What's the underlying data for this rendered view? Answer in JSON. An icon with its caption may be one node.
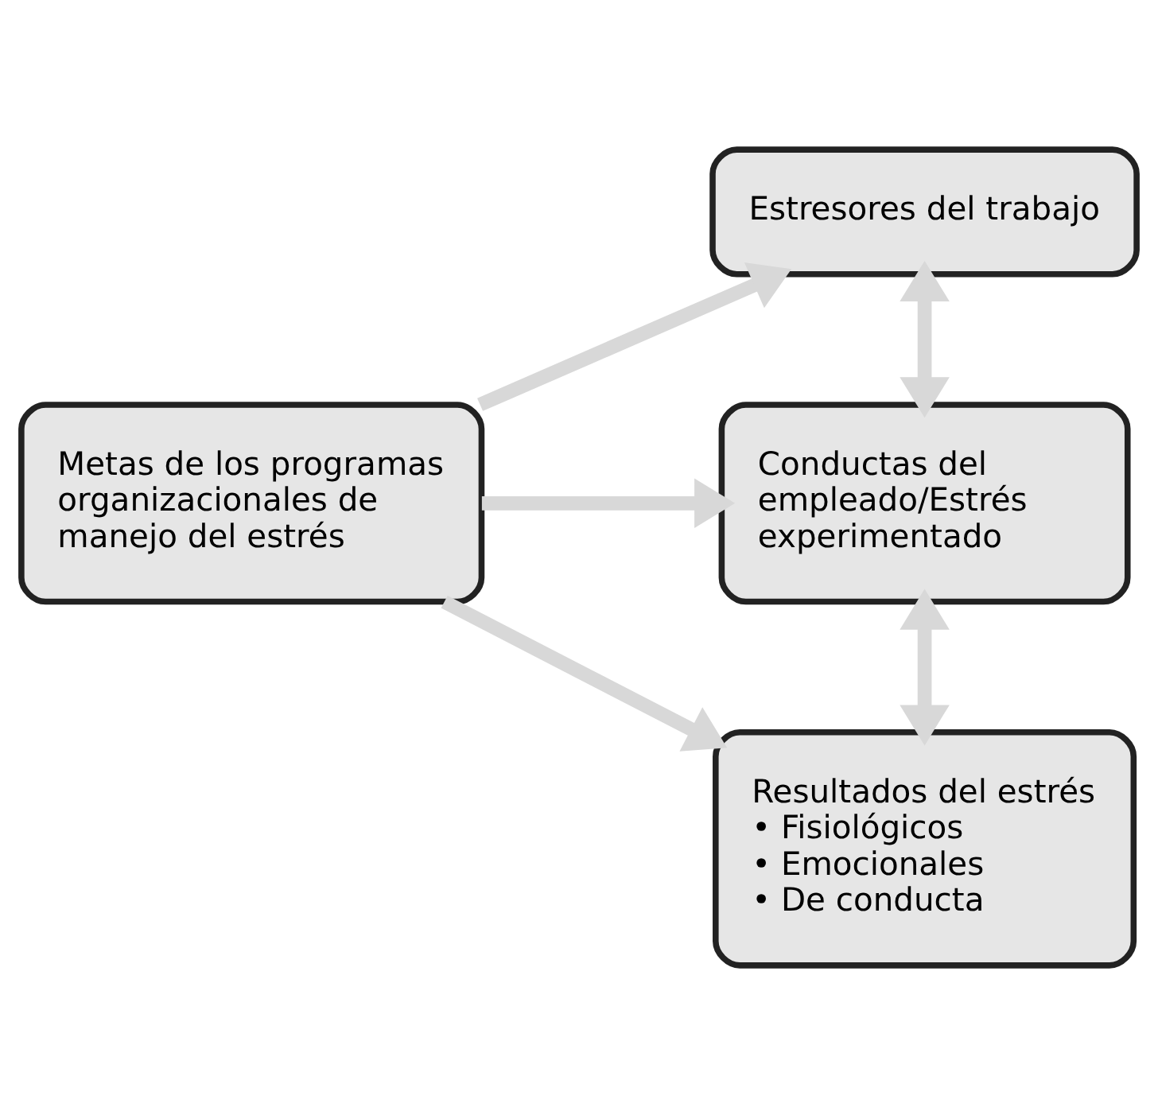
{
  "diagram": {
    "nodes": [
      {
        "text": [
          "Metas de los programas organizacionales de manejo del estrés"
        ]
      },
      {
        "text": [
          "Estresores del trabajo"
        ]
      },
      {
        "text": [
          "Conductas del empleado/Estrés experimentado"
        ]
      },
      {
        "text": [
          "Resultados del estrés",
          "• Fisiológicos",
          "• Emocionales",
          "• De conducta"
        ]
      }
    ],
    "edges": [
      {
        "from": 0,
        "to": 1,
        "arrow": "to"
      },
      {
        "from": 0,
        "to": 2,
        "arrow": "to"
      },
      {
        "from": 0,
        "to": 3,
        "arrow": "to"
      },
      {
        "from": 1,
        "to": 2,
        "arrow": "both"
      },
      {
        "from": 2,
        "to": 3,
        "arrow": "both"
      }
    ]
  }
}
